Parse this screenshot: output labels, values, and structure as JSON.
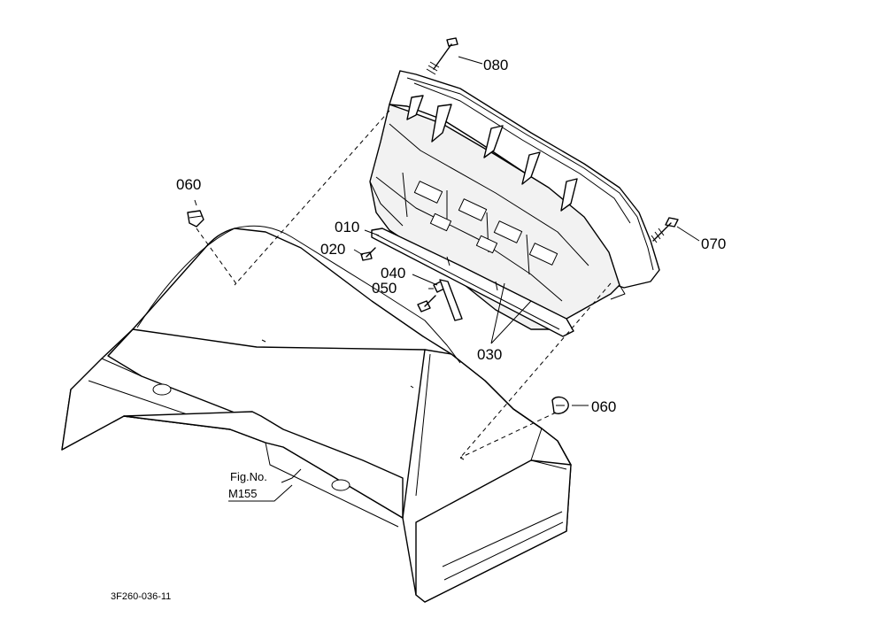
{
  "callouts": {
    "c080": "080",
    "c060_top": "060",
    "c010": "010",
    "c020": "020",
    "c040": "040",
    "c050": "050",
    "c070": "070",
    "c030": "030",
    "c060_right": "060"
  },
  "figure_ref": {
    "line1": "Fig.No.",
    "line2": "M155"
  },
  "drawing_code": "3F260-036-11"
}
